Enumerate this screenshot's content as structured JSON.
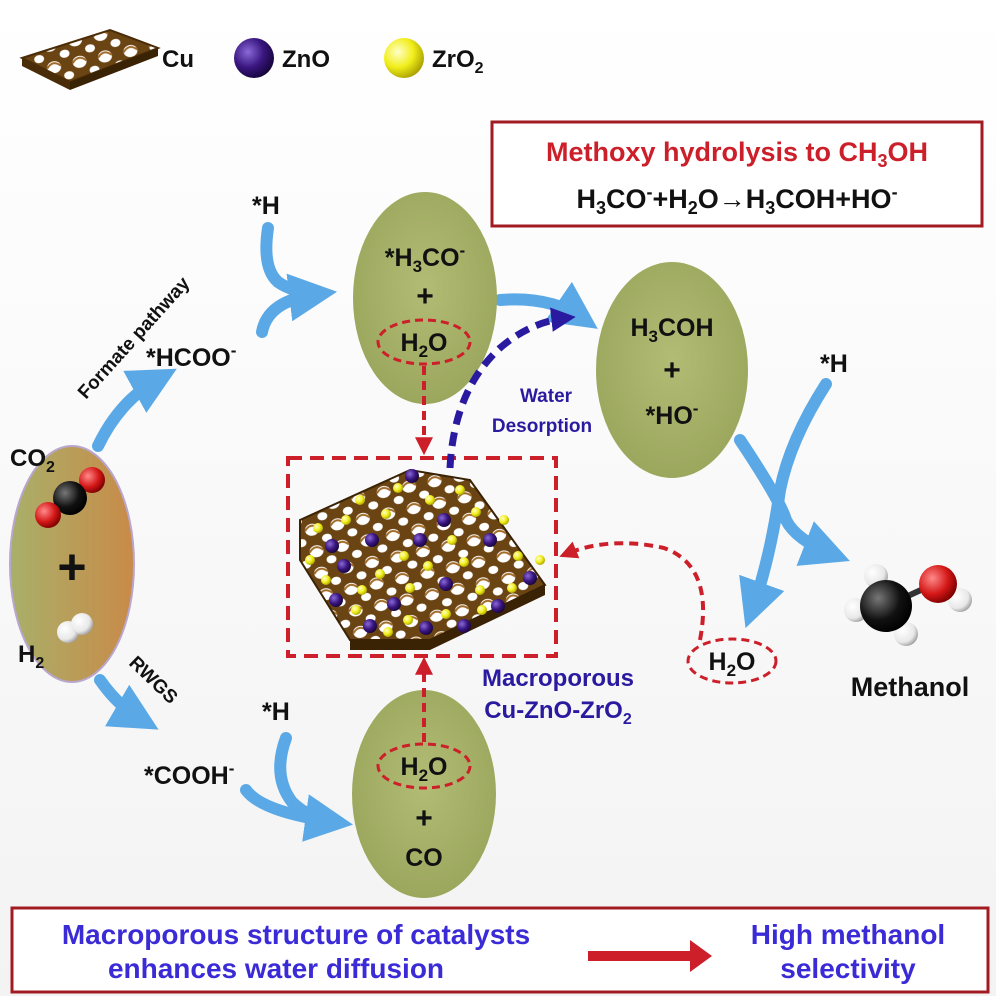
{
  "legend": {
    "cu_label": "Cu",
    "zno_label": "ZnO",
    "zro2_main": "ZrO",
    "zro2_sub": "2"
  },
  "reactants": {
    "co2_main": "CO",
    "co2_sub": "2",
    "plus": "+",
    "h2_main": "H",
    "h2_sub": "2"
  },
  "pathways": {
    "formate": "Formate pathway",
    "rwgs": "RWGS"
  },
  "intermediates": {
    "hcoo": "*HCOO",
    "hcoo_sup": "-",
    "cooh": "*COOH",
    "cooh_sup": "-",
    "h_star": "*H"
  },
  "methoxy_box": {
    "title_main": "Methoxy hydrolysis to CH",
    "title_sub": "3",
    "title_end": "OH",
    "eq_a": "H",
    "eq_a_sub": "3",
    "eq_b": "CO",
    "eq_b_sup": "-",
    "eq_c": "+H",
    "eq_c_sub": "2",
    "eq_d": "O",
    "eq_arrow": "→",
    "eq_e": "H",
    "eq_e_sub": "3",
    "eq_f": "COH+HO",
    "eq_f_sup": "-"
  },
  "ellipse_methoxy": {
    "line1_a": "*H",
    "line1_sub": "3",
    "line1_b": "CO",
    "line1_sup": "-",
    "plus": "+",
    "water_main": "H",
    "water_sub": "2",
    "water_end": "O"
  },
  "ellipse_methanol": {
    "line1_a": "H",
    "line1_sub": "3",
    "line1_b": "COH",
    "plus": "+",
    "line3": "*HO",
    "line3_sup": "-"
  },
  "ellipse_co": {
    "water_main": "H",
    "water_sub": "2",
    "water_end": "O",
    "plus": "+",
    "co": "CO"
  },
  "water_desorption": [
    "Water",
    "Desorption"
  ],
  "free_water": {
    "main": "H",
    "sub": "2",
    "end": "O"
  },
  "catalyst_label": {
    "line1": "Macroporous",
    "line2_a": "Cu-ZnO-ZrO",
    "line2_sub": "2"
  },
  "product": "Methanol",
  "bottom_box": {
    "left_line1": "Macroporous structure of catalysts",
    "left_line2": "enhances water diffusion",
    "right_line1": "High methanol",
    "right_line2": "selectivity"
  },
  "colors": {
    "red": "#cc1f2a",
    "blue_text": "#3a2bd6",
    "arrow_blue": "#5aa9e6",
    "dark_blue": "#2a1aa0",
    "olive": "#a9b46a",
    "cu_brown": "#6b4413",
    "zno": "#3a1680",
    "zro2": "#f1ee1a"
  }
}
